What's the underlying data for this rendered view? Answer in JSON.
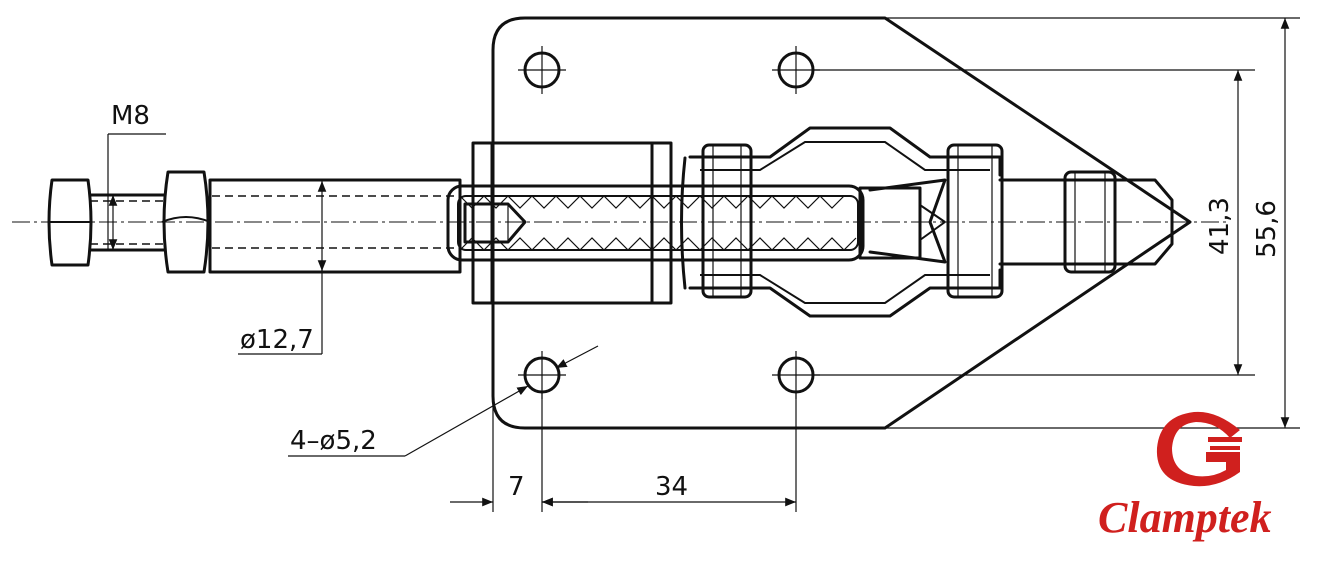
{
  "dimensions": {
    "thread": "M8",
    "shaft_diameter": "ø12,7",
    "holes": "4–ø5,2",
    "edge_offset": "7",
    "hole_spacing_x": "34",
    "hole_spacing_y": "41,3",
    "overall_height": "55,6"
  },
  "logo": {
    "brand": "Clamptek",
    "color": "#d0201e"
  }
}
